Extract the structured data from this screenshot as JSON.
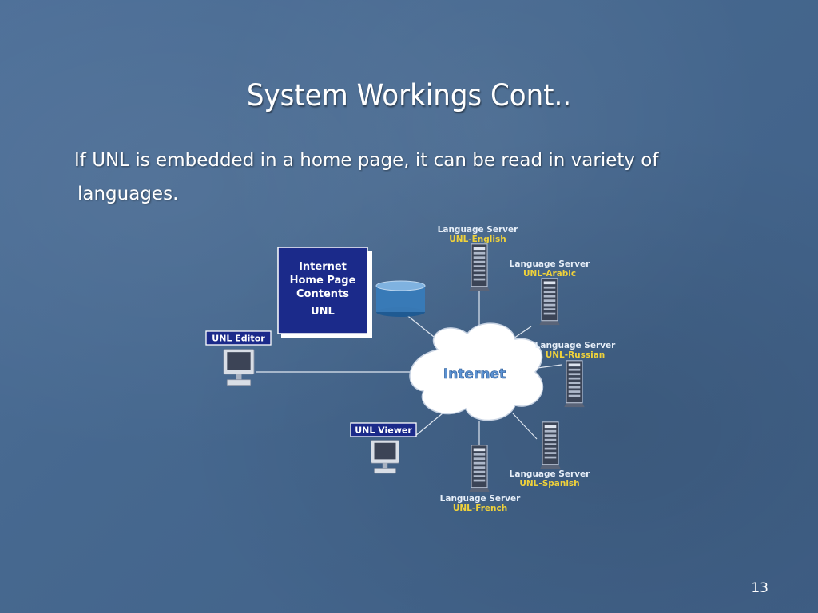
{
  "slide": {
    "title": "System Workings Cont..",
    "body_line1": "If UNL is embedded in a home page, it can be read in variety of",
    "body_line2": "languages.",
    "page_number": "13"
  },
  "diagram": {
    "cloud_label": "Internet",
    "home_page": {
      "line1": "Internet",
      "line2": "Home Page",
      "line3": "Contents",
      "line4": "UNL"
    },
    "editor_label": "UNL Editor",
    "viewer_label": "UNL Viewer",
    "servers": [
      {
        "title": "Language Server",
        "name": "UNL-English"
      },
      {
        "title": "Language Server",
        "name": "UNL-Arabic"
      },
      {
        "title": "Language Server",
        "name": "UNL-Russian"
      },
      {
        "title": "Language Server",
        "name": "UNL-Spanish"
      },
      {
        "title": "Language Server",
        "name": "UNL-French"
      }
    ]
  }
}
